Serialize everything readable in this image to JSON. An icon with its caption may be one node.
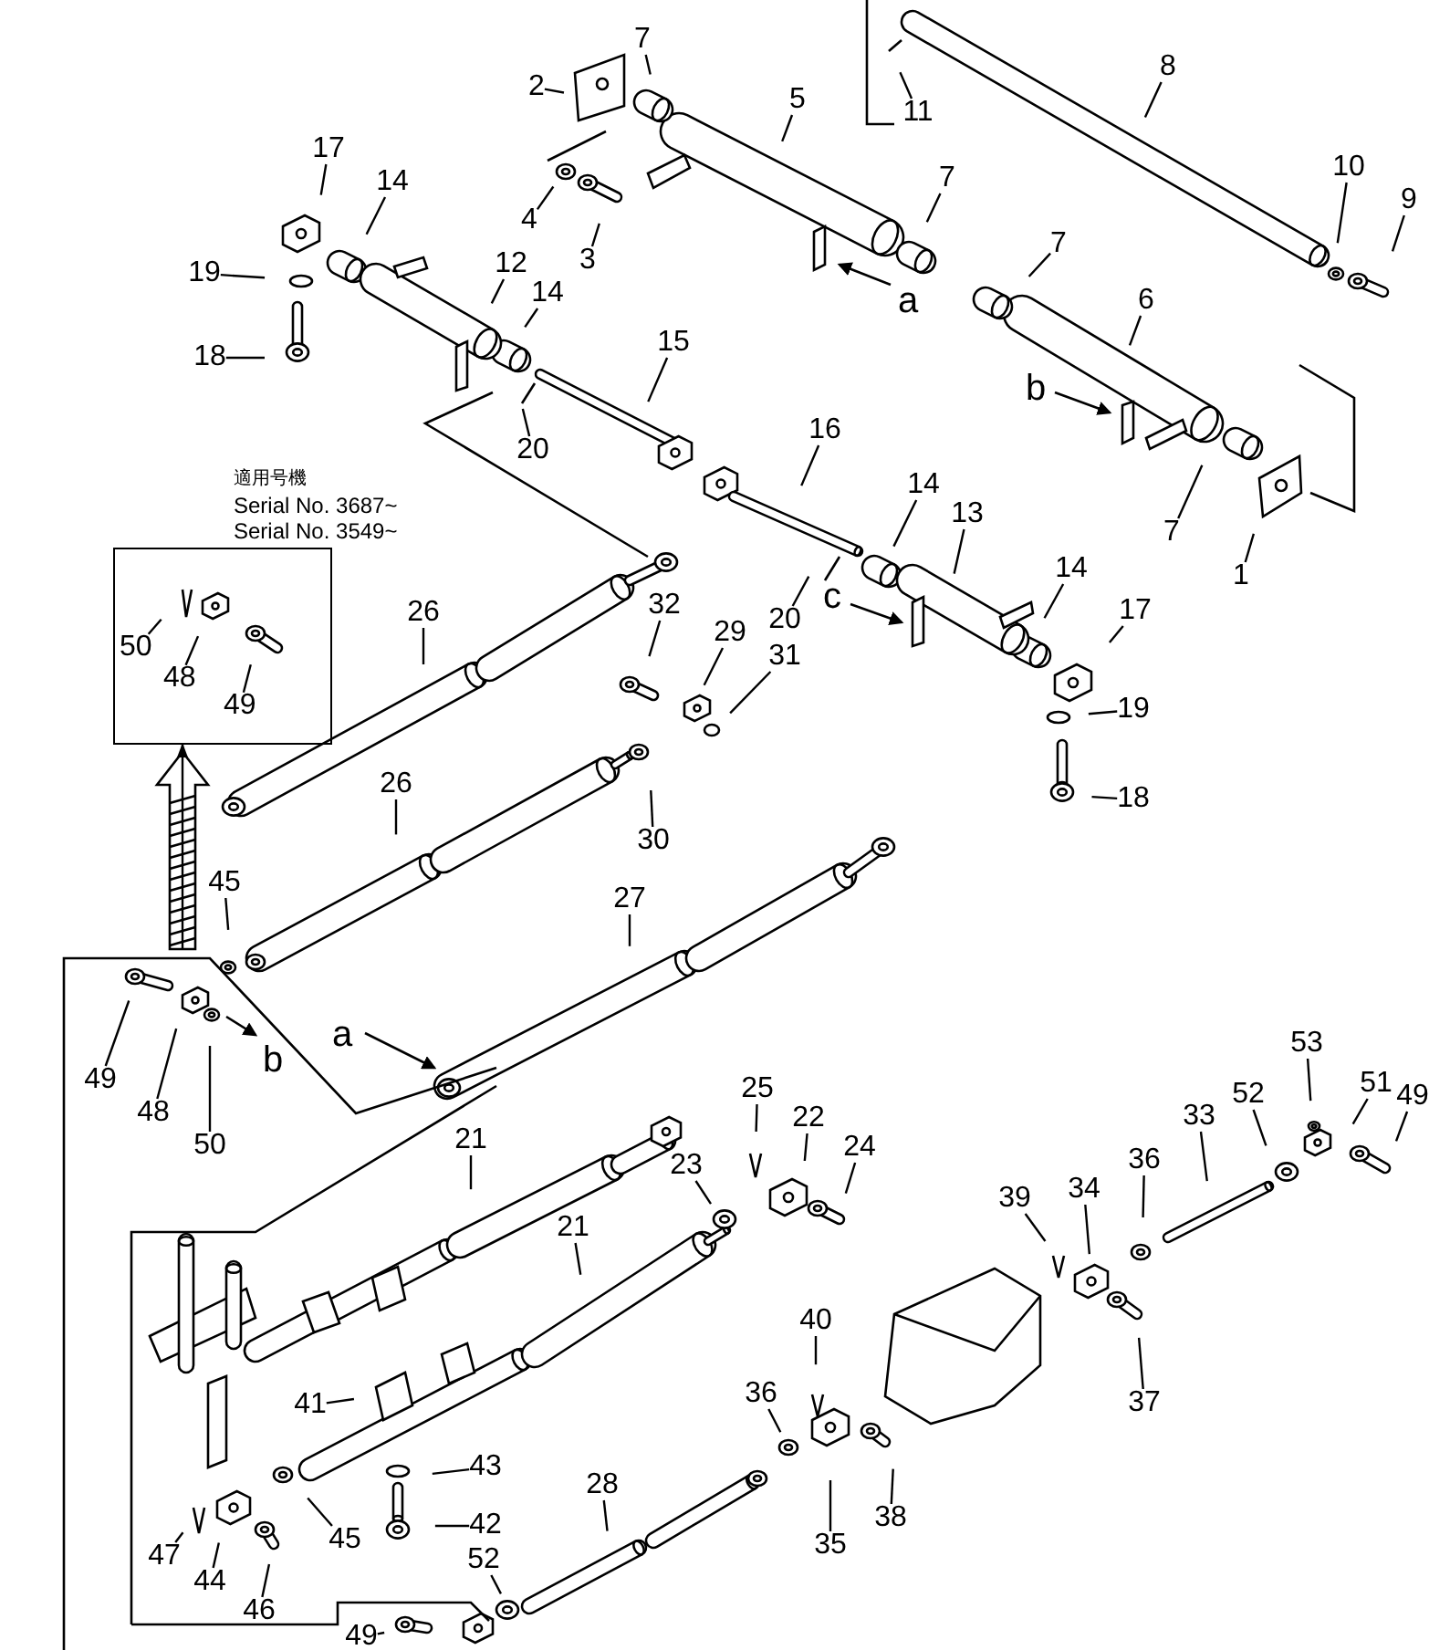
{
  "diagram": {
    "nodes": [
      {
        "text": [],
        "shape": "box"
      },
      {
        "text": [
          "2"
        ]
      },
      {
        "text": [
          "7"
        ]
      },
      {
        "text": [
          "5"
        ]
      },
      {
        "text": [
          "8"
        ]
      },
      {
        "text": [
          "11"
        ]
      },
      {
        "text": [
          "17"
        ]
      },
      {
        "text": [
          "14"
        ]
      },
      {
        "text": [
          "4"
        ]
      },
      {
        "text": [
          "3"
        ]
      },
      {
        "text": [
          "7"
        ]
      },
      {
        "text": [
          "10"
        ]
      },
      {
        "text": [
          "9"
        ]
      },
      {
        "text": [
          "19"
        ]
      },
      {
        "text": [
          "12"
        ]
      },
      {
        "text": [
          "14"
        ]
      },
      {
        "text": [
          "7"
        ]
      },
      {
        "text": [
          "6"
        ]
      },
      {
        "text": [
          "18"
        ]
      },
      {
        "text": [
          "15"
        ]
      },
      {
        "text": [
          "20"
        ]
      },
      {
        "text": [
          "16"
        ]
      },
      {
        "text": [
          "1"
        ]
      },
      {
        "text": [
          "7"
        ]
      },
      {
        "text": [
          "14"
        ]
      },
      {
        "text": [
          "13"
        ]
      },
      {
        "text": [
          "20"
        ]
      },
      {
        "text": [
          "14"
        ]
      },
      {
        "text": [
          "17"
        ]
      },
      {
        "text": [
          "26"
        ]
      },
      {
        "text": [
          "32"
        ]
      },
      {
        "text": [
          "29"
        ]
      },
      {
        "text": [
          "31"
        ]
      },
      {
        "text": [
          "19"
        ]
      },
      {
        "text": [
          "50"
        ],
        "in": 0
      },
      {
        "text": [
          "48"
        ],
        "in": 0
      },
      {
        "text": [
          "49"
        ],
        "in": 0
      },
      {
        "text": [
          "26"
        ]
      },
      {
        "text": [
          "30"
        ]
      },
      {
        "text": [
          "18"
        ]
      },
      {
        "text": [
          "45"
        ]
      },
      {
        "text": [
          "27"
        ]
      },
      {
        "text": [
          "49"
        ]
      },
      {
        "text": [
          "48"
        ]
      },
      {
        "text": [
          "50"
        ]
      },
      {
        "text": [
          "25"
        ]
      },
      {
        "text": [
          "22"
        ]
      },
      {
        "text": [
          "24"
        ]
      },
      {
        "text": [
          "21"
        ]
      },
      {
        "text": [
          "23"
        ]
      },
      {
        "text": [
          "53"
        ]
      },
      {
        "text": [
          "51"
        ]
      },
      {
        "text": [
          "49"
        ]
      },
      {
        "text": [
          "52"
        ]
      },
      {
        "text": [
          "33"
        ]
      },
      {
        "text": [
          "36"
        ]
      },
      {
        "text": [
          "39"
        ]
      },
      {
        "text": [
          "34"
        ]
      },
      {
        "text": [
          "21"
        ]
      },
      {
        "text": [
          "40"
        ]
      },
      {
        "text": [
          "36"
        ]
      },
      {
        "text": [
          "41"
        ]
      },
      {
        "text": [
          "43"
        ]
      },
      {
        "text": [
          "42"
        ]
      },
      {
        "text": [
          "45"
        ]
      },
      {
        "text": [
          "47"
        ]
      },
      {
        "text": [
          "44"
        ]
      },
      {
        "text": [
          "35"
        ]
      },
      {
        "text": [
          "38"
        ]
      },
      {
        "text": [
          "37"
        ]
      },
      {
        "text": [
          "46"
        ]
      },
      {
        "text": [
          "28"
        ]
      },
      {
        "text": [
          "52"
        ]
      },
      {
        "text": [
          "49"
        ]
      }
    ],
    "edges": [
      {
        "from": null,
        "to": 0,
        "arrow": "to"
      },
      {
        "from": 1,
        "to": null,
        "arrow": "none"
      },
      {
        "from": 2,
        "to": null,
        "arrow": "none"
      },
      {
        "from": 3,
        "to": null,
        "arrow": "none"
      },
      {
        "from": 4,
        "to": null,
        "arrow": "none"
      },
      {
        "from": 5,
        "to": null,
        "arrow": "none"
      },
      {
        "from": 6,
        "to": null,
        "arrow": "none"
      },
      {
        "from": 7,
        "to": null,
        "arrow": "none"
      },
      {
        "from": 8,
        "to": null,
        "arrow": "none"
      },
      {
        "from": 9,
        "to": null,
        "arrow": "none"
      },
      {
        "from": 10,
        "to": null,
        "arrow": "none"
      },
      {
        "from": 11,
        "to": null,
        "arrow": "none"
      },
      {
        "from": 12,
        "to": null,
        "arrow": "none"
      },
      {
        "from": 13,
        "to": null,
        "arrow": "none"
      },
      {
        "from": 14,
        "to": null,
        "arrow": "none"
      },
      {
        "from": 15,
        "to": null,
        "arrow": "none"
      },
      {
        "from": 16,
        "to": null,
        "arrow": "none"
      },
      {
        "from": 17,
        "to": null,
        "arrow": "none"
      },
      {
        "from": 18,
        "to": null,
        "arrow": "none"
      },
      {
        "from": 19,
        "to": null,
        "arrow": "none"
      },
      {
        "from": 20,
        "to": null,
        "arrow": "none"
      },
      {
        "from": 21,
        "to": null,
        "arrow": "none"
      },
      {
        "from": 22,
        "to": null,
        "arrow": "none"
      },
      {
        "from": 23,
        "to": null,
        "arrow": "none"
      },
      {
        "from": 24,
        "to": null,
        "arrow": "none"
      },
      {
        "from": 25,
        "to": null,
        "arrow": "none"
      },
      {
        "from": 26,
        "to": null,
        "arrow": "none"
      },
      {
        "from": 27,
        "to": null,
        "arrow": "none"
      },
      {
        "from": 28,
        "to": null,
        "arrow": "none"
      },
      {
        "from": 29,
        "to": null,
        "arrow": "none"
      },
      {
        "from": 30,
        "to": null,
        "arrow": "none"
      },
      {
        "from": 31,
        "to": null,
        "arrow": "none"
      },
      {
        "from": 32,
        "to": null,
        "arrow": "none"
      },
      {
        "from": 33,
        "to": null,
        "arrow": "none"
      },
      {
        "from": 34,
        "to": null,
        "arrow": "none"
      },
      {
        "from": 35,
        "to": null,
        "arrow": "none"
      },
      {
        "from": 36,
        "to": null,
        "arrow": "none"
      },
      {
        "from": 37,
        "to": null,
        "arrow": "none"
      },
      {
        "from": 38,
        "to": null,
        "arrow": "none"
      },
      {
        "from": 39,
        "to": null,
        "arrow": "none"
      },
      {
        "from": 40,
        "to": null,
        "arrow": "none"
      },
      {
        "from": 41,
        "to": null,
        "arrow": "none"
      },
      {
        "from": 42,
        "to": null,
        "arrow": "none"
      },
      {
        "from": 43,
        "to": null,
        "arrow": "none"
      },
      {
        "from": 44,
        "to": null,
        "arrow": "none"
      },
      {
        "from": 45,
        "to": null,
        "arrow": "none"
      },
      {
        "from": 46,
        "to": null,
        "arrow": "none"
      },
      {
        "from": 47,
        "to": null,
        "arrow": "none"
      },
      {
        "from": 48,
        "to": null,
        "arrow": "none"
      },
      {
        "from": 49,
        "to": null,
        "arrow": "none"
      },
      {
        "from": 50,
        "to": null,
        "arrow": "none"
      },
      {
        "from": 51,
        "to": null,
        "arrow": "none"
      },
      {
        "from": 52,
        "to": null,
        "arrow": "none"
      },
      {
        "from": 53,
        "to": null,
        "arrow": "none"
      },
      {
        "from": 54,
        "to": null,
        "arrow": "none"
      },
      {
        "from": 55,
        "to": null,
        "arrow": "none"
      },
      {
        "from": 56,
        "to": null,
        "arrow": "none"
      },
      {
        "from": 57,
        "to": null,
        "arrow": "none"
      },
      {
        "from": 58,
        "to": null,
        "arrow": "none"
      },
      {
        "from": 59,
        "to": null,
        "arrow": "none"
      },
      {
        "from": 60,
        "to": null,
        "arrow": "none"
      },
      {
        "from": 61,
        "to": null,
        "arrow": "none"
      },
      {
        "from": 62,
        "to": null,
        "arrow": "none"
      },
      {
        "from": 63,
        "to": null,
        "arrow": "none"
      },
      {
        "from": 64,
        "to": null,
        "arrow": "none"
      },
      {
        "from": 65,
        "to": null,
        "arrow": "none"
      },
      {
        "from": 66,
        "to": null,
        "arrow": "none"
      },
      {
        "from": 67,
        "to": null,
        "arrow": "none"
      },
      {
        "from": 68,
        "to": null,
        "arrow": "none"
      },
      {
        "from": 69,
        "to": null,
        "arrow": "none"
      },
      {
        "from": 70,
        "to": null,
        "arrow": "none"
      },
      {
        "from": 71,
        "to": null,
        "arrow": "none"
      },
      {
        "from": 72,
        "to": null,
        "arrow": "none"
      },
      {
        "from": 73,
        "to": null,
        "arrow": "none"
      }
    ],
    "labels": [
      "a",
      "b",
      "適用号機",
      "Serial No. 3687~",
      "Serial No. 3549~",
      "c",
      "a",
      "b"
    ]
  }
}
